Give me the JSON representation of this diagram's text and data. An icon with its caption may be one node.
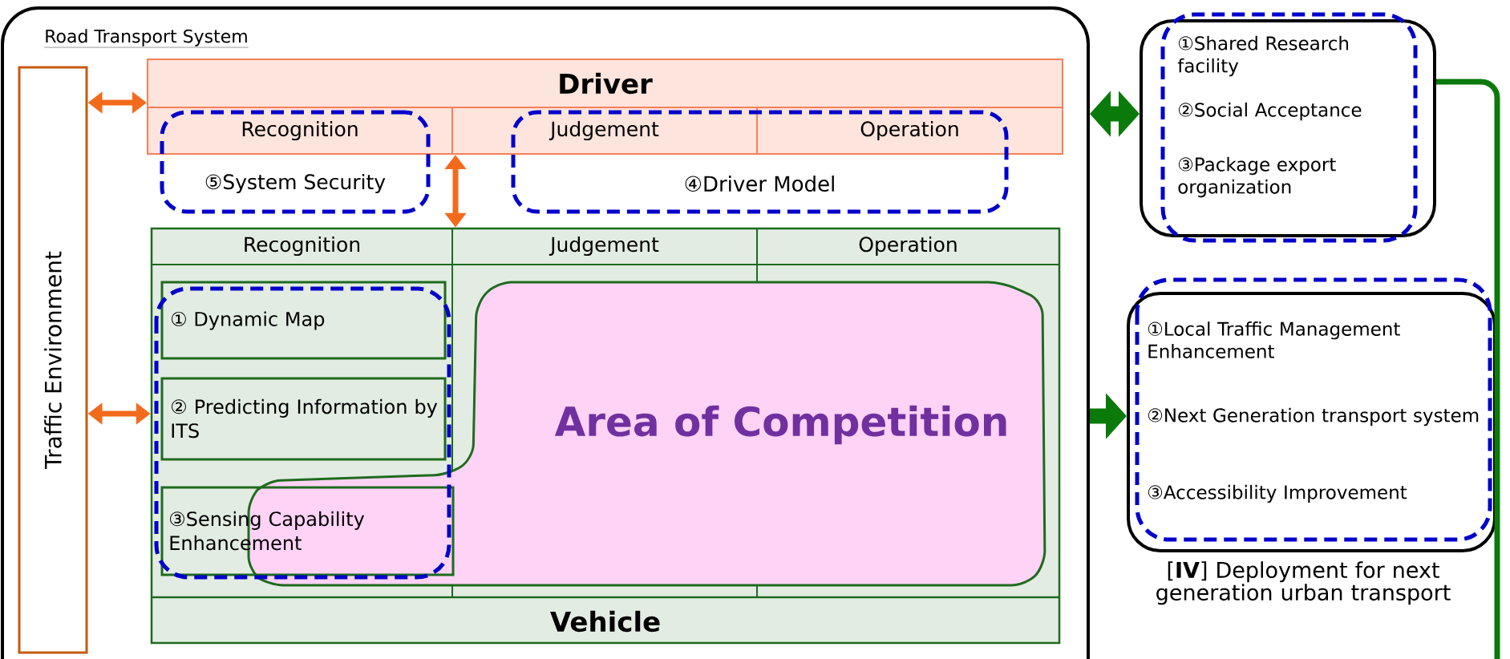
{
  "diagram": {
    "nodes": [
      {
        "text": [
          "Road Transport System"
        ]
      },
      {
        "text": [
          "Traffic Environment"
        ],
        "in": 0
      },
      {
        "text": [
          "Driver"
        ],
        "in": 0
      },
      {
        "text": [
          "Recognition"
        ],
        "in": 2
      },
      {
        "text": [
          "Judgement"
        ],
        "in": 2
      },
      {
        "text": [
          "Operation"
        ],
        "in": 2
      },
      {
        "text": [
          "⑤System Security"
        ],
        "in": 0
      },
      {
        "text": [
          "④Driver Model"
        ],
        "in": 0
      },
      {
        "text": [
          "Vehicle"
        ],
        "in": 0
      },
      {
        "text": [
          "Recognition"
        ],
        "in": 8
      },
      {
        "text": [
          "Judgement"
        ],
        "in": 8
      },
      {
        "text": [
          "Operation"
        ],
        "in": 8
      },
      {
        "text": [
          "① Dynamic Map"
        ],
        "in": 8
      },
      {
        "text": [
          "② Predicting Information by ITS"
        ],
        "in": 8
      },
      {
        "text": [
          "③Sensing Capability Enhancement"
        ],
        "in": 8
      },
      {
        "text": [
          "Area of Competition"
        ],
        "in": 8
      },
      {
        "text": [
          "①Shared Research facility",
          "②Social Acceptance",
          "③Package export organization"
        ]
      },
      {
        "text": [
          "①Local Traffic Management Enhancement",
          "②Next Generation transport system",
          "③Accessibility Improvement"
        ],
        "beside": [
          "[**IV**] Deployment for next generation urban transport"
        ]
      }
    ],
    "edges": [
      {
        "from": 1,
        "to": 2,
        "arrow": "both",
        "color": "#f26b1d"
      },
      {
        "from": 1,
        "to": 8,
        "arrow": "both",
        "color": "#f26b1d"
      },
      {
        "from": 2,
        "to": 8,
        "arrow": "both",
        "color": "#f26b1d"
      },
      {
        "from": 0,
        "to": 16,
        "arrow": "both",
        "color": "#0a7a0a",
        "style": "thick"
      },
      {
        "from": 0,
        "to": 17,
        "arrow": "to",
        "color": "#0a7a0a",
        "style": "thick"
      },
      {
        "from": 16,
        "to": null,
        "arrow": "none",
        "color": "#0a7a0a"
      }
    ]
  }
}
